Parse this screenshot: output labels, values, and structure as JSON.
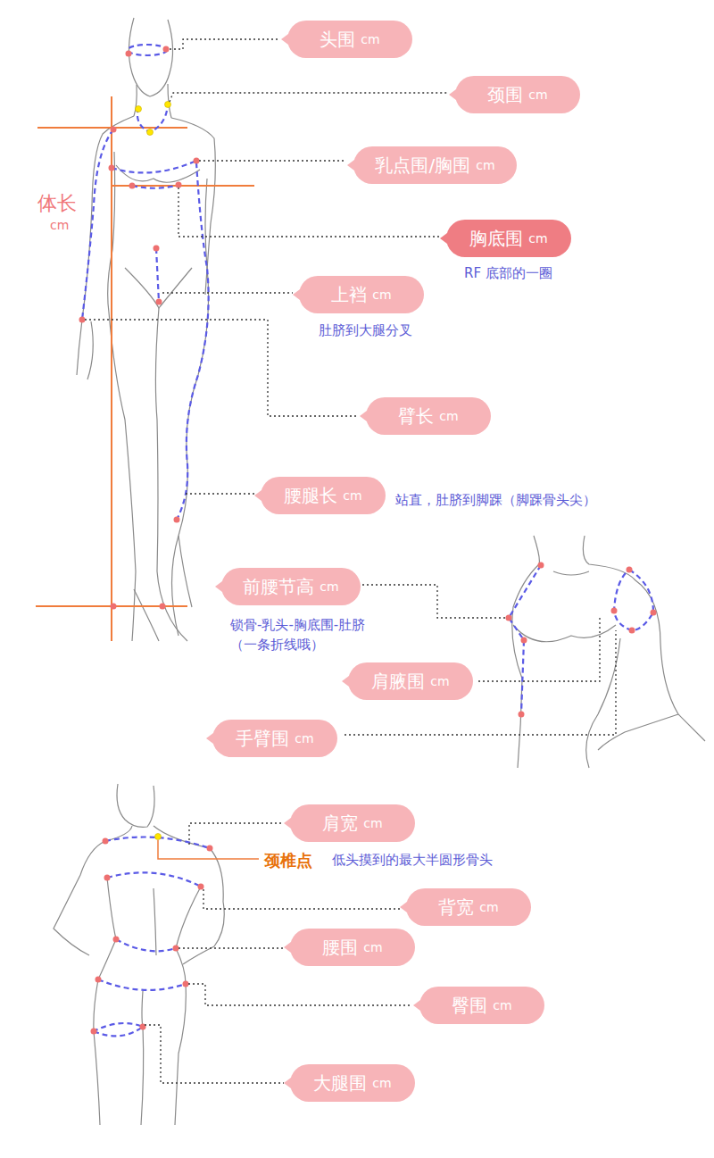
{
  "diagram": {
    "nodes": [
      {
        "text": [
          "头围",
          "cm"
        ]
      },
      {
        "text": [
          "颈围",
          "cm"
        ]
      },
      {
        "text": [
          "乳点围/胸围",
          "cm"
        ]
      },
      {
        "text": [
          "胸底围",
          "cm"
        ]
      },
      {
        "text": [
          "上裆",
          "cm"
        ]
      },
      {
        "text": [
          "臂长",
          "cm"
        ]
      },
      {
        "text": [
          "腰腿长",
          "cm"
        ]
      },
      {
        "text": [
          "前腰节高",
          "cm"
        ]
      },
      {
        "text": [
          "肩腋围",
          "cm"
        ]
      },
      {
        "text": [
          "手臂围",
          "cm"
        ]
      },
      {
        "text": [
          "肩宽",
          "cm"
        ]
      },
      {
        "text": [
          "背宽",
          "cm"
        ]
      },
      {
        "text": [
          "腰围",
          "cm"
        ]
      },
      {
        "text": [
          "臀围",
          "cm"
        ]
      },
      {
        "text": [
          "大腿围",
          "cm"
        ]
      }
    ],
    "labels": [
      "体长",
      "cm",
      "RF 底部的一圈",
      "肚脐到大腿分叉",
      "站直，肚脐到脚踝（脚踝骨头尖）",
      "锁骨-乳头-胸底围-肚脐 （一条折线哦）",
      "颈椎点",
      "低头摸到的最大半圆形骨头"
    ]
  }
}
